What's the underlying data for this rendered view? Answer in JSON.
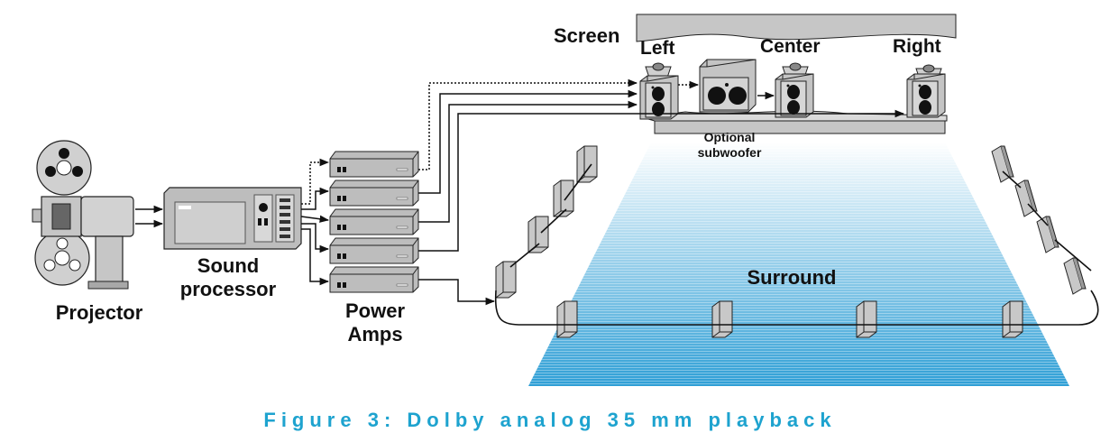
{
  "labels": {
    "screen": "Screen",
    "left": "Left",
    "center": "Center",
    "right": "Right",
    "optional_line1": "Optional",
    "optional_line2": "subwoofer",
    "surround": "Surround",
    "projector": "Projector",
    "sound_line1": "Sound",
    "sound_line2": "processor",
    "amps_line1": "Power",
    "amps_line2": "Amps"
  },
  "caption": "Figure 3: Dolby analog 35 mm playback",
  "colors": {
    "caption": "#1ea3cf",
    "floor_far": "#ffffff",
    "floor_near": "#2f9fd6"
  }
}
